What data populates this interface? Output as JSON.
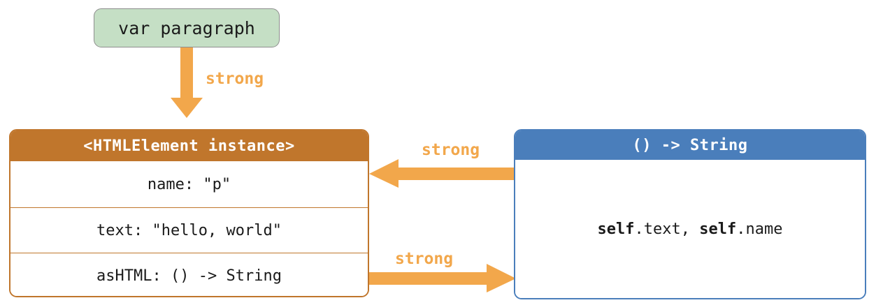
{
  "diagram": {
    "title": "Swift strong reference cycle diagram",
    "colors": {
      "green_fill": "#c5dfc5",
      "green_border": "#8e8e8e",
      "orange": "#c0762c",
      "blue": "#4a7ebb",
      "arrow_orange": "#f2a74b",
      "text": "#1a1a1a",
      "background": "#ffffff"
    }
  },
  "variable_box": {
    "label": "var paragraph"
  },
  "instance_table": {
    "header": "<HTMLElement instance>",
    "rows": [
      {
        "label": "name: \"p\""
      },
      {
        "label": "text: \"hello, world\""
      },
      {
        "label": "asHTML: () -> String"
      }
    ]
  },
  "closure_box": {
    "header": "() -> String",
    "body_parts": [
      {
        "text": "self",
        "bold": true
      },
      {
        "text": ".text, ",
        "bold": false
      },
      {
        "text": "self",
        "bold": true
      },
      {
        "text": ".name",
        "bold": false
      }
    ],
    "body_plain": "self.text, self.name"
  },
  "arrows": [
    {
      "name": "variable-to-instance",
      "direction": "down",
      "label": "strong",
      "from": "var paragraph",
      "to": "<HTMLElement instance>"
    },
    {
      "name": "closure-to-instance",
      "direction": "left",
      "label": "strong",
      "from": "() -> String",
      "to": "<HTMLElement instance>"
    },
    {
      "name": "instance-to-closure",
      "direction": "right",
      "label": "strong",
      "from": "asHTML: () -> String",
      "to": "() -> String"
    }
  ]
}
